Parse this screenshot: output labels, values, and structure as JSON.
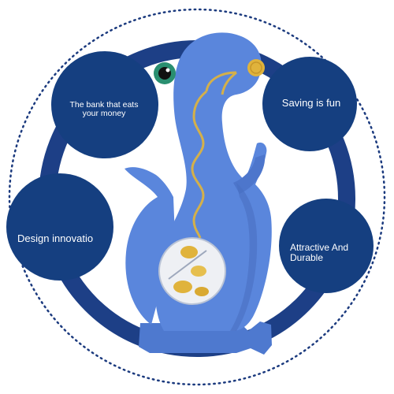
{
  "features": {
    "eats_money": "The bank that eats your money",
    "saving_fun": "Saving is fun",
    "design": "Design innovatio",
    "durable": "Attractive And Durable"
  },
  "colors": {
    "bubble": "#153f80",
    "ring": "#1d3f86",
    "dino": "#5a86dc",
    "dino_dark": "#3d63b5",
    "coin": "#e0b33c",
    "ring_dots": "#1b3a7e"
  }
}
